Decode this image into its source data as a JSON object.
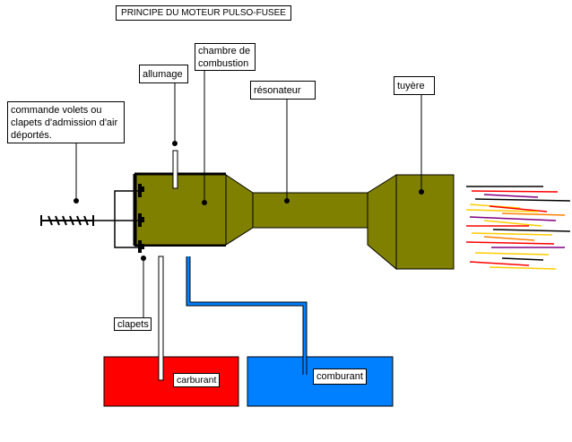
{
  "title": "PRINCIPE DU MOTEUR PULSO-FUSEE",
  "labels": {
    "chambre": "chambre de combustion",
    "allumage": "allumage",
    "resonateur": "résonateur",
    "tuyere": "tuyère",
    "commande": "commande volets ou clapets d'admission d'air déportés.",
    "clapets": "clapets",
    "carburant": "carburant",
    "comburant": "comburant"
  },
  "colors": {
    "engine": "#808000",
    "fuel_tank": "#ff0000",
    "oxidizer_tank": "#0080ff",
    "outline": "#000000",
    "exhaust": [
      "#ff0000",
      "#ffcc00",
      "#800080",
      "#000000",
      "#ff8000"
    ]
  },
  "icons": [
    "spring-icon",
    "exhaust-flames"
  ]
}
